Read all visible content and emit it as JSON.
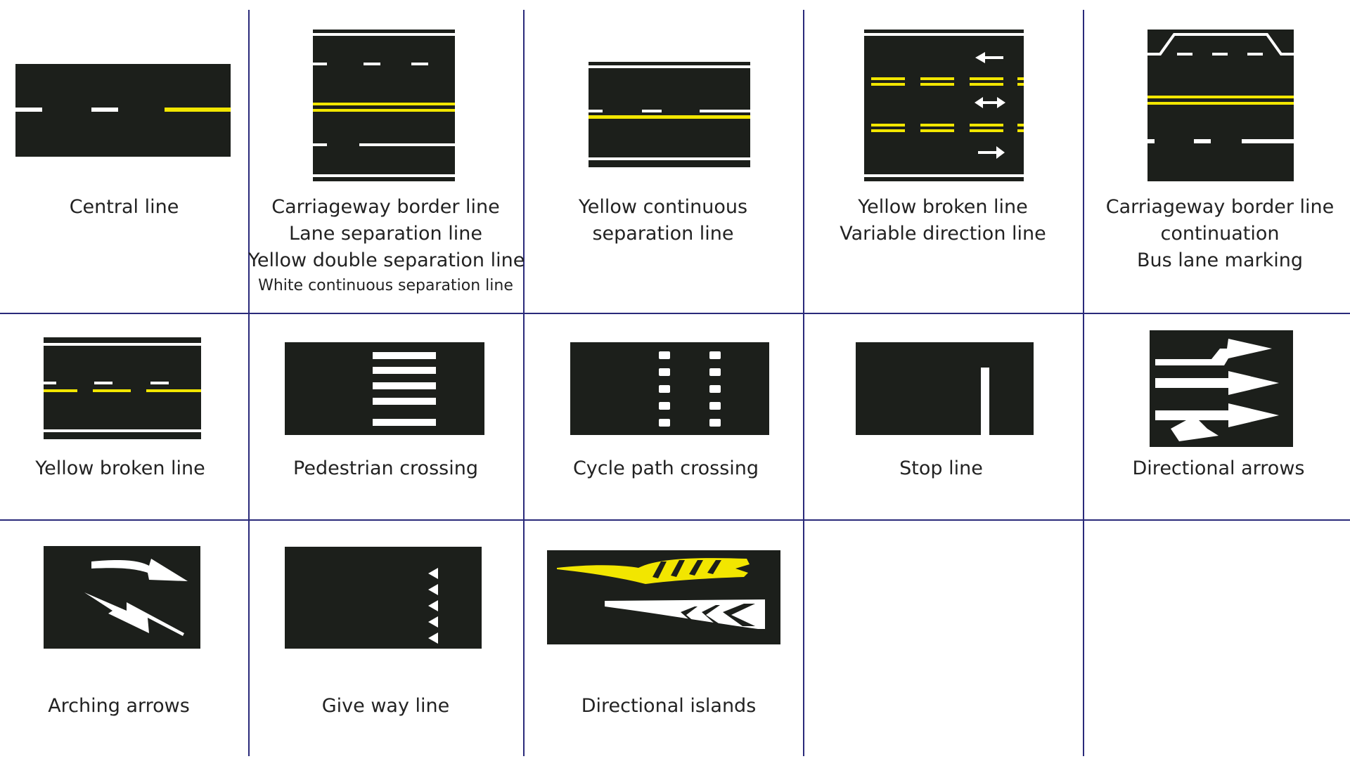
{
  "colors": {
    "road": "#1c1f1b",
    "white": "#ffffff",
    "yellow": "#f2e600",
    "grid": "#2a2a7a"
  },
  "cells": [
    {
      "id": "central-line",
      "caption": [
        "Central line"
      ]
    },
    {
      "id": "carriageway-border",
      "caption": [
        "Carriageway border line",
        "Lane separation line",
        "Yellow double separation line"
      ],
      "caption_small": "White continuous separation line"
    },
    {
      "id": "yellow-continuous",
      "caption": [
        "Yellow continuous",
        "separation line"
      ]
    },
    {
      "id": "yellow-broken-variable",
      "caption": [
        "Yellow broken line",
        "Variable direction line"
      ]
    },
    {
      "id": "border-continuation",
      "caption": [
        "Carriageway border line",
        "continuation",
        "Bus lane marking"
      ]
    },
    {
      "id": "yellow-broken",
      "caption": [
        "Yellow broken line"
      ]
    },
    {
      "id": "pedestrian-crossing",
      "caption": [
        "Pedestrian crossing"
      ]
    },
    {
      "id": "cycle-path-crossing",
      "caption": [
        "Cycle path crossing"
      ]
    },
    {
      "id": "stop-line",
      "caption": [
        "Stop line"
      ]
    },
    {
      "id": "directional-arrows",
      "caption": [
        "Directional arrows"
      ]
    },
    {
      "id": "arching-arrows",
      "caption": [
        "Arching arrows"
      ]
    },
    {
      "id": "give-way-line",
      "caption": [
        "Give way line"
      ]
    },
    {
      "id": "directional-islands",
      "caption": [
        "Directional islands"
      ]
    }
  ]
}
